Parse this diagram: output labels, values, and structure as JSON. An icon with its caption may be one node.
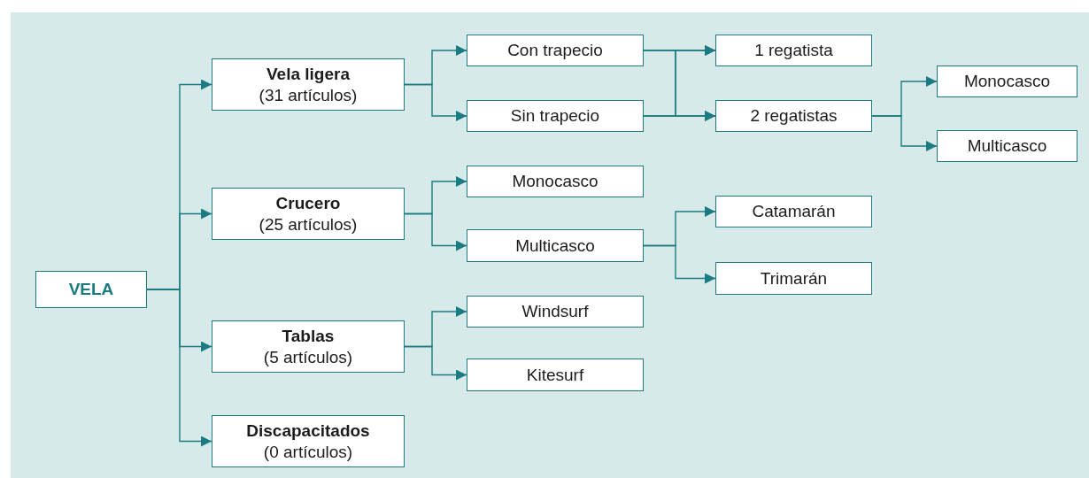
{
  "diagram": {
    "nodes": [
      {
        "text": [
          "VELA"
        ]
      },
      {
        "text": [
          "Vela ligera",
          "(31 artículos)"
        ]
      },
      {
        "text": [
          "Crucero",
          "(25 artículos)"
        ]
      },
      {
        "text": [
          "Tablas",
          "(5 artículos)"
        ]
      },
      {
        "text": [
          "Discapacitados",
          "(0 artículos)"
        ]
      },
      {
        "text": [
          "Con trapecio"
        ]
      },
      {
        "text": [
          "Sin trapecio"
        ]
      },
      {
        "text": [
          "Monocasco"
        ]
      },
      {
        "text": [
          "Multicasco"
        ]
      },
      {
        "text": [
          "Windsurf"
        ]
      },
      {
        "text": [
          "Kitesurf"
        ]
      },
      {
        "text": [
          "1 regatista"
        ]
      },
      {
        "text": [
          "2 regatistas"
        ]
      },
      {
        "text": [
          "Catamarán"
        ]
      },
      {
        "text": [
          "Trimarán"
        ]
      },
      {
        "text": [
          "Monocasco"
        ]
      },
      {
        "text": [
          "Multicasco"
        ]
      }
    ],
    "edges": [
      {
        "from": 0,
        "to": 1,
        "arrow": "to"
      },
      {
        "from": 0,
        "to": 2,
        "arrow": "to"
      },
      {
        "from": 0,
        "to": 3,
        "arrow": "to"
      },
      {
        "from": 0,
        "to": 4,
        "arrow": "to"
      },
      {
        "from": 1,
        "to": 5,
        "arrow": "to"
      },
      {
        "from": 1,
        "to": 6,
        "arrow": "to"
      },
      {
        "from": 5,
        "to": 11,
        "arrow": "to"
      },
      {
        "from": 5,
        "to": 12,
        "arrow": "to"
      },
      {
        "from": 6,
        "to": 11,
        "arrow": "to"
      },
      {
        "from": 6,
        "to": 12,
        "arrow": "to"
      },
      {
        "from": 12,
        "to": 15,
        "arrow": "to"
      },
      {
        "from": 12,
        "to": 16,
        "arrow": "to"
      },
      {
        "from": 2,
        "to": 7,
        "arrow": "to"
      },
      {
        "from": 2,
        "to": 8,
        "arrow": "to"
      },
      {
        "from": 8,
        "to": 13,
        "arrow": "to"
      },
      {
        "from": 8,
        "to": 14,
        "arrow": "to"
      },
      {
        "from": 3,
        "to": 9,
        "arrow": "to"
      },
      {
        "from": 3,
        "to": 10,
        "arrow": "to"
      }
    ]
  }
}
